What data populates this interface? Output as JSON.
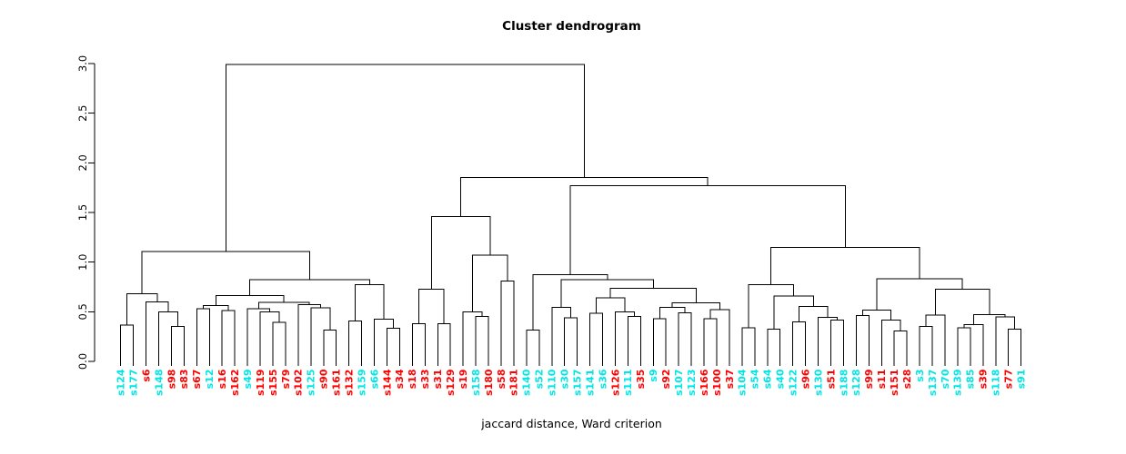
{
  "figure": {
    "title": "Cluster dendrogram",
    "xlabel": "jaccard distance, Ward criterion"
  },
  "chart_data": {
    "type": "dendrogram",
    "title": "Cluster dendrogram",
    "xlabel": "jaccard distance, Ward criterion",
    "ylabel": "",
    "ylim": [
      0,
      3
    ],
    "y_ticks": [
      "0.0",
      "0.5",
      "1.0",
      "1.5",
      "2.0",
      "2.5",
      "3.0"
    ],
    "grid": false,
    "legend": "none",
    "palette": {
      "cyan": "#00e6e6",
      "red": "#ff0000",
      "line": "#000000"
    },
    "leaves": [
      {
        "label": "s124",
        "color": "cyan"
      },
      {
        "label": "s177",
        "color": "cyan"
      },
      {
        "label": "s6",
        "color": "red"
      },
      {
        "label": "s148",
        "color": "cyan"
      },
      {
        "label": "s98",
        "color": "red"
      },
      {
        "label": "s83",
        "color": "red"
      },
      {
        "label": "s67",
        "color": "red"
      },
      {
        "label": "s12",
        "color": "cyan"
      },
      {
        "label": "s16",
        "color": "red"
      },
      {
        "label": "s162",
        "color": "red"
      },
      {
        "label": "s49",
        "color": "cyan"
      },
      {
        "label": "s119",
        "color": "red"
      },
      {
        "label": "s155",
        "color": "red"
      },
      {
        "label": "s79",
        "color": "red"
      },
      {
        "label": "s102",
        "color": "red"
      },
      {
        "label": "s125",
        "color": "cyan"
      },
      {
        "label": "s90",
        "color": "red"
      },
      {
        "label": "s161",
        "color": "red"
      },
      {
        "label": "s132",
        "color": "red"
      },
      {
        "label": "s159",
        "color": "cyan"
      },
      {
        "label": "s66",
        "color": "cyan"
      },
      {
        "label": "s144",
        "color": "red"
      },
      {
        "label": "s34",
        "color": "red"
      },
      {
        "label": "s18",
        "color": "red"
      },
      {
        "label": "s33",
        "color": "red"
      },
      {
        "label": "s31",
        "color": "red"
      },
      {
        "label": "s129",
        "color": "red"
      },
      {
        "label": "s19",
        "color": "red"
      },
      {
        "label": "s158",
        "color": "cyan"
      },
      {
        "label": "s180",
        "color": "red"
      },
      {
        "label": "s58",
        "color": "red"
      },
      {
        "label": "s181",
        "color": "red"
      },
      {
        "label": "s140",
        "color": "cyan"
      },
      {
        "label": "s52",
        "color": "cyan"
      },
      {
        "label": "s110",
        "color": "cyan"
      },
      {
        "label": "s30",
        "color": "cyan"
      },
      {
        "label": "s157",
        "color": "cyan"
      },
      {
        "label": "s141",
        "color": "cyan"
      },
      {
        "label": "s36",
        "color": "cyan"
      },
      {
        "label": "s126",
        "color": "red"
      },
      {
        "label": "s111",
        "color": "cyan"
      },
      {
        "label": "s35",
        "color": "red"
      },
      {
        "label": "s9",
        "color": "cyan"
      },
      {
        "label": "s92",
        "color": "red"
      },
      {
        "label": "s107",
        "color": "cyan"
      },
      {
        "label": "s123",
        "color": "cyan"
      },
      {
        "label": "s166",
        "color": "red"
      },
      {
        "label": "s100",
        "color": "red"
      },
      {
        "label": "s37",
        "color": "red"
      },
      {
        "label": "s104",
        "color": "cyan"
      },
      {
        "label": "s54",
        "color": "cyan"
      },
      {
        "label": "s64",
        "color": "cyan"
      },
      {
        "label": "s40",
        "color": "cyan"
      },
      {
        "label": "s122",
        "color": "cyan"
      },
      {
        "label": "s96",
        "color": "red"
      },
      {
        "label": "s130",
        "color": "cyan"
      },
      {
        "label": "s51",
        "color": "red"
      },
      {
        "label": "s188",
        "color": "cyan"
      },
      {
        "label": "s128",
        "color": "cyan"
      },
      {
        "label": "s99",
        "color": "red"
      },
      {
        "label": "s11",
        "color": "red"
      },
      {
        "label": "s151",
        "color": "red"
      },
      {
        "label": "s28",
        "color": "red"
      },
      {
        "label": "s3",
        "color": "cyan"
      },
      {
        "label": "s137",
        "color": "cyan"
      },
      {
        "label": "s70",
        "color": "cyan"
      },
      {
        "label": "s139",
        "color": "cyan"
      },
      {
        "label": "s85",
        "color": "cyan"
      },
      {
        "label": "s39",
        "color": "red"
      },
      {
        "label": "s118",
        "color": "cyan"
      },
      {
        "label": "s77",
        "color": "red"
      },
      {
        "label": "s91",
        "color": "cyan"
      }
    ],
    "tree": [
      2.99,
      [
        1.107,
        [
          0.683,
          [
            0.366,
            "s124",
            "s177"
          ],
          [
            0.597,
            "s6",
            [
              0.5,
              "s148",
              [
                0.354,
                "s98",
                "s83"
              ]
            ]
          ]
        ],
        [
          0.823,
          [
            0.662,
            [
              0.561,
              [
                0.53,
                "s67",
                "s12"
              ],
              [
                0.512,
                "s16",
                "s162"
              ]
            ],
            [
              0.594,
              [
                0.53,
                "s49",
                [
                  0.5,
                  "s119",
                  [
                    0.394,
                    "s155",
                    "s79"
                  ]
                ]
              ],
              [
                0.57,
                "s102",
                [
                  0.54,
                  "s125",
                  [
                    0.317,
                    "s90",
                    "s161"
                  ]
                ]
              ]
            ]
          ],
          [
            0.775,
            [
              0.409,
              "s132",
              "s159"
            ],
            [
              0.424,
              "s66",
              [
                0.332,
                "s144",
                "s34"
              ]
            ]
          ]
        ]
      ],
      [
        1.85,
        [
          1.461,
          [
            0.729,
            [
              0.378,
              "s18",
              "s33"
            ],
            [
              0.378,
              "s31",
              "s129"
            ]
          ],
          [
            1.07,
            [
              0.5,
              "s19",
              [
                0.455,
                "s158",
                "s180"
              ]
            ],
            [
              0.81,
              "s58",
              "s181"
            ]
          ]
        ],
        [
          1.77,
          [
            0.872,
            [
              0.317,
              "s140",
              "s52"
            ],
            [
              0.821,
              [
                0.546,
                "s110",
                [
                  0.439,
                  "s30",
                  "s157"
                ]
              ],
              [
                0.735,
                [
                  0.638,
                  [
                    0.485,
                    "s141",
                    "s36"
                  ],
                  [
                    0.5,
                    "s126",
                    [
                      0.455,
                      "s111",
                      "s35"
                    ]
                  ]
                ],
                [
                  0.592,
                  [
                    0.546,
                    [
                      0.43,
                      "s9",
                      "s92"
                    ],
                    [
                      0.49,
                      "s107",
                      "s123"
                    ]
                  ],
                  [
                    0.52,
                    [
                      0.43,
                      "s166",
                      "s100"
                    ],
                    "s37"
                  ]
                ]
              ]
            ]
          ],
          [
            1.147,
            [
              0.771,
              [
                0.339,
                "s104",
                "s54"
              ],
              [
                0.659,
                [
                  0.323,
                  "s64",
                  "s40"
                ],
                [
                  0.552,
                  [
                    0.4,
                    "s122",
                    "s96"
                  ],
                  [
                    0.445,
                    "s130",
                    [
                      0.415,
                      "s51",
                      "s188"
                    ]
                  ]
                ]
              ]
            ],
            [
              0.833,
              [
                0.515,
                [
                  0.46,
                  "s128",
                  "s99"
                ],
                [
                  0.415,
                  "s11",
                  [
                    0.308,
                    "s151",
                    "s28"
                  ]
                ]
              ],
              [
                0.726,
                [
                  0.467,
                  [
                    0.354,
                    "s3",
                    "s137"
                  ],
                  "s70"
                ],
                [
                  0.47,
                  [
                    0.37,
                    [
                      0.339,
                      "s139",
                      "s85"
                    ],
                    "s39"
                  ],
                  [
                    0.45,
                    "s118",
                    [
                      0.323,
                      "s77",
                      "s91"
                    ]
                  ]
                ]
              ]
            ]
          ]
        ]
      ]
    ]
  }
}
